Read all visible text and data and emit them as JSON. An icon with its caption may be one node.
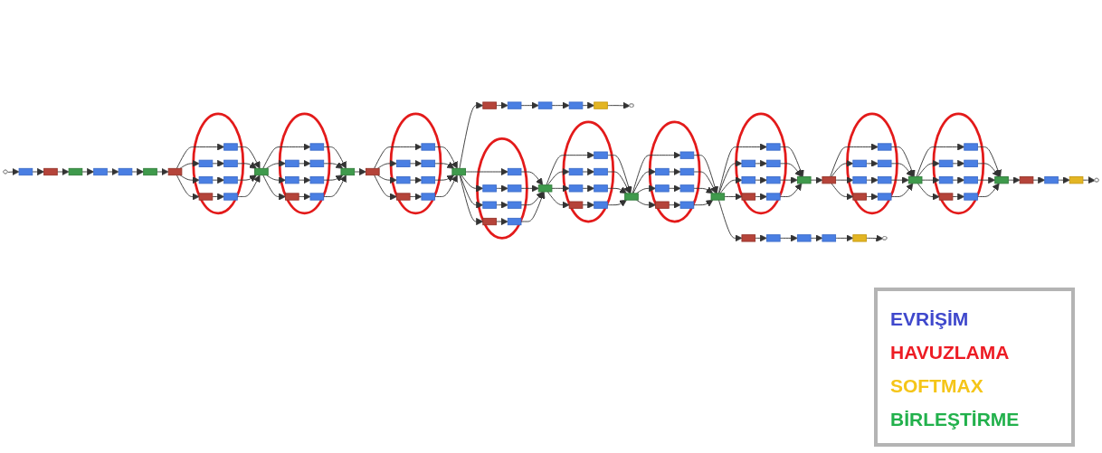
{
  "diagram": {
    "nodes": [
      {
        "text": [],
        "shape": "oval"
      },
      {
        "text": [],
        "shape": "box"
      },
      {
        "text": [],
        "shape": "box"
      },
      {
        "text": [],
        "shape": "box"
      },
      {
        "text": [],
        "shape": "box"
      },
      {
        "text": [],
        "shape": "box"
      },
      {
        "text": [],
        "shape": "box"
      },
      {
        "text": [],
        "shape": "box"
      },
      {
        "text": [],
        "shape": "ellipse"
      },
      {
        "text": [],
        "shape": "box",
        "in": 8
      },
      {
        "text": [],
        "shape": "box",
        "in": 8
      },
      {
        "text": [],
        "shape": "box",
        "in": 8
      },
      {
        "text": [],
        "shape": "box",
        "in": 8
      },
      {
        "text": [],
        "shape": "box",
        "in": 8
      },
      {
        "text": [],
        "shape": "box",
        "in": 8
      },
      {
        "text": [],
        "shape": "box",
        "in": 8
      },
      {
        "text": [],
        "shape": "box"
      },
      {
        "text": [],
        "shape": "ellipse"
      },
      {
        "text": [],
        "shape": "box",
        "in": 17
      },
      {
        "text": [],
        "shape": "box",
        "in": 17
      },
      {
        "text": [],
        "shape": "box",
        "in": 17
      },
      {
        "text": [],
        "shape": "box",
        "in": 17
      },
      {
        "text": [],
        "shape": "box",
        "in": 17
      },
      {
        "text": [],
        "shape": "box",
        "in": 17
      },
      {
        "text": [],
        "shape": "box",
        "in": 17
      },
      {
        "text": [],
        "shape": "box"
      },
      {
        "text": [],
        "shape": "box"
      },
      {
        "text": [],
        "shape": "ellipse"
      },
      {
        "text": [],
        "shape": "box",
        "in": 27
      },
      {
        "text": [],
        "shape": "box",
        "in": 27
      },
      {
        "text": [],
        "shape": "box",
        "in": 27
      },
      {
        "text": [],
        "shape": "box",
        "in": 27
      },
      {
        "text": [],
        "shape": "box",
        "in": 27
      },
      {
        "text": [],
        "shape": "box",
        "in": 27
      },
      {
        "text": [],
        "shape": "box",
        "in": 27
      },
      {
        "text": [],
        "shape": "box"
      },
      {
        "text": [],
        "shape": "ellipse"
      },
      {
        "text": [],
        "shape": "box",
        "in": 36
      },
      {
        "text": [],
        "shape": "box",
        "in": 36
      },
      {
        "text": [],
        "shape": "box",
        "in": 36
      },
      {
        "text": [],
        "shape": "box",
        "in": 36
      },
      {
        "text": [],
        "shape": "box",
        "in": 36
      },
      {
        "text": [],
        "shape": "box",
        "in": 36
      },
      {
        "text": [],
        "shape": "box",
        "in": 36
      },
      {
        "text": [],
        "shape": "box"
      },
      {
        "text": [],
        "shape": "box"
      },
      {
        "text": [],
        "shape": "box"
      },
      {
        "text": [],
        "shape": "box"
      },
      {
        "text": [],
        "shape": "box"
      },
      {
        "text": [],
        "shape": "box"
      },
      {
        "text": [],
        "shape": "oval"
      },
      {
        "text": [],
        "shape": "ellipse"
      },
      {
        "text": [],
        "shape": "box",
        "in": 51
      },
      {
        "text": [],
        "shape": "box",
        "in": 51
      },
      {
        "text": [],
        "shape": "box",
        "in": 51
      },
      {
        "text": [],
        "shape": "box",
        "in": 51
      },
      {
        "text": [],
        "shape": "box",
        "in": 51
      },
      {
        "text": [],
        "shape": "box",
        "in": 51
      },
      {
        "text": [],
        "shape": "box",
        "in": 51
      },
      {
        "text": [],
        "shape": "box"
      },
      {
        "text": [],
        "shape": "ellipse"
      },
      {
        "text": [],
        "shape": "box",
        "in": 60
      },
      {
        "text": [],
        "shape": "box",
        "in": 60
      },
      {
        "text": [],
        "shape": "box",
        "in": 60
      },
      {
        "text": [],
        "shape": "box",
        "in": 60
      },
      {
        "text": [],
        "shape": "box",
        "in": 60
      },
      {
        "text": [],
        "shape": "box",
        "in": 60
      },
      {
        "text": [],
        "shape": "box",
        "in": 60
      },
      {
        "text": [],
        "shape": "box"
      },
      {
        "text": [],
        "shape": "ellipse"
      },
      {
        "text": [],
        "shape": "box",
        "in": 69
      },
      {
        "text": [],
        "shape": "box",
        "in": 69
      },
      {
        "text": [],
        "shape": "box",
        "in": 69
      },
      {
        "text": [],
        "shape": "box",
        "in": 69
      },
      {
        "text": [],
        "shape": "box",
        "in": 69
      },
      {
        "text": [],
        "shape": "box",
        "in": 69
      },
      {
        "text": [],
        "shape": "box",
        "in": 69
      },
      {
        "text": [],
        "shape": "box"
      },
      {
        "text": [],
        "shape": "box"
      },
      {
        "text": [],
        "shape": "box"
      },
      {
        "text": [],
        "shape": "box"
      },
      {
        "text": [],
        "shape": "box"
      },
      {
        "text": [],
        "shape": "box"
      },
      {
        "text": [],
        "shape": "oval"
      },
      {
        "text": [],
        "shape": "box"
      },
      {
        "text": [],
        "shape": "ellipse"
      },
      {
        "text": [],
        "shape": "box",
        "in": 85
      },
      {
        "text": [],
        "shape": "box",
        "in": 85
      },
      {
        "text": [],
        "shape": "box",
        "in": 85
      },
      {
        "text": [],
        "shape": "box",
        "in": 85
      },
      {
        "text": [],
        "shape": "box",
        "in": 85
      },
      {
        "text": [],
        "shape": "box",
        "in": 85
      },
      {
        "text": [],
        "shape": "box",
        "in": 85
      },
      {
        "text": [],
        "shape": "box"
      },
      {
        "text": [],
        "shape": "ellipse"
      },
      {
        "text": [],
        "shape": "box",
        "in": 94
      },
      {
        "text": [],
        "shape": "box",
        "in": 94
      },
      {
        "text": [],
        "shape": "box",
        "in": 94
      },
      {
        "text": [],
        "shape": "box",
        "in": 94
      },
      {
        "text": [],
        "shape": "box",
        "in": 94
      },
      {
        "text": [],
        "shape": "box",
        "in": 94
      },
      {
        "text": [],
        "shape": "box",
        "in": 94
      },
      {
        "text": [],
        "shape": "box"
      },
      {
        "text": [],
        "shape": "box"
      },
      {
        "text": [],
        "shape": "box"
      },
      {
        "text": [],
        "shape": "box"
      },
      {
        "text": [],
        "shape": "oval"
      }
    ],
    "edges": [
      {
        "from": 0,
        "to": 1,
        "arrow": "to"
      },
      {
        "from": 1,
        "to": 2,
        "arrow": "to"
      },
      {
        "from": 2,
        "to": 3,
        "arrow": "to"
      },
      {
        "from": 3,
        "to": 4,
        "arrow": "to"
      },
      {
        "from": 4,
        "to": 5,
        "arrow": "to"
      },
      {
        "from": 5,
        "to": 6,
        "arrow": "to"
      },
      {
        "from": 6,
        "to": 7,
        "arrow": "to"
      },
      {
        "from": 7,
        "to": 9,
        "arrow": "to"
      },
      {
        "from": 7,
        "to": 10,
        "arrow": "to"
      },
      {
        "from": 7,
        "to": 12,
        "arrow": "to"
      },
      {
        "from": 7,
        "to": 14,
        "arrow": "to"
      },
      {
        "from": 10,
        "to": 11,
        "arrow": "to"
      },
      {
        "from": 12,
        "to": 13,
        "arrow": "to"
      },
      {
        "from": 14,
        "to": 15,
        "arrow": "to"
      },
      {
        "from": 9,
        "to": 16,
        "arrow": "to"
      },
      {
        "from": 11,
        "to": 16,
        "arrow": "to"
      },
      {
        "from": 13,
        "to": 16,
        "arrow": "to"
      },
      {
        "from": 15,
        "to": 16,
        "arrow": "to"
      },
      {
        "from": 16,
        "to": 18,
        "arrow": "to"
      },
      {
        "from": 16,
        "to": 19,
        "arrow": "to"
      },
      {
        "from": 16,
        "to": 21,
        "arrow": "to"
      },
      {
        "from": 16,
        "to": 23,
        "arrow": "to"
      },
      {
        "from": 19,
        "to": 20,
        "arrow": "to"
      },
      {
        "from": 21,
        "to": 22,
        "arrow": "to"
      },
      {
        "from": 23,
        "to": 24,
        "arrow": "to"
      },
      {
        "from": 18,
        "to": 25,
        "arrow": "to"
      },
      {
        "from": 20,
        "to": 25,
        "arrow": "to"
      },
      {
        "from": 22,
        "to": 25,
        "arrow": "to"
      },
      {
        "from": 24,
        "to": 25,
        "arrow": "to"
      },
      {
        "from": 25,
        "to": 26,
        "arrow": "to"
      },
      {
        "from": 26,
        "to": 28,
        "arrow": "to"
      },
      {
        "from": 26,
        "to": 29,
        "arrow": "to"
      },
      {
        "from": 26,
        "to": 31,
        "arrow": "to"
      },
      {
        "from": 26,
        "to": 33,
        "arrow": "to"
      },
      {
        "from": 29,
        "to": 30,
        "arrow": "to"
      },
      {
        "from": 31,
        "to": 32,
        "arrow": "to"
      },
      {
        "from": 33,
        "to": 34,
        "arrow": "to"
      },
      {
        "from": 28,
        "to": 35,
        "arrow": "to"
      },
      {
        "from": 30,
        "to": 35,
        "arrow": "to"
      },
      {
        "from": 32,
        "to": 35,
        "arrow": "to"
      },
      {
        "from": 34,
        "to": 35,
        "arrow": "to"
      },
      {
        "from": 35,
        "to": 37,
        "arrow": "to"
      },
      {
        "from": 35,
        "to": 38,
        "arrow": "to"
      },
      {
        "from": 35,
        "to": 40,
        "arrow": "to"
      },
      {
        "from": 35,
        "to": 42,
        "arrow": "to"
      },
      {
        "from": 38,
        "to": 39,
        "arrow": "to"
      },
      {
        "from": 40,
        "to": 41,
        "arrow": "to"
      },
      {
        "from": 42,
        "to": 43,
        "arrow": "to"
      },
      {
        "from": 37,
        "to": 44,
        "arrow": "to"
      },
      {
        "from": 39,
        "to": 44,
        "arrow": "to"
      },
      {
        "from": 41,
        "to": 44,
        "arrow": "to"
      },
      {
        "from": 43,
        "to": 44,
        "arrow": "to"
      },
      {
        "from": 35,
        "to": 45,
        "arrow": "to"
      },
      {
        "from": 45,
        "to": 46,
        "arrow": "to"
      },
      {
        "from": 46,
        "to": 47,
        "arrow": "to"
      },
      {
        "from": 47,
        "to": 48,
        "arrow": "to"
      },
      {
        "from": 48,
        "to": 49,
        "arrow": "to"
      },
      {
        "from": 49,
        "to": 50,
        "arrow": "to"
      },
      {
        "from": 44,
        "to": 52,
        "arrow": "to"
      },
      {
        "from": 44,
        "to": 53,
        "arrow": "to"
      },
      {
        "from": 44,
        "to": 55,
        "arrow": "to"
      },
      {
        "from": 44,
        "to": 57,
        "arrow": "to"
      },
      {
        "from": 53,
        "to": 54,
        "arrow": "to"
      },
      {
        "from": 55,
        "to": 56,
        "arrow": "to"
      },
      {
        "from": 57,
        "to": 58,
        "arrow": "to"
      },
      {
        "from": 52,
        "to": 59,
        "arrow": "to"
      },
      {
        "from": 54,
        "to": 59,
        "arrow": "to"
      },
      {
        "from": 56,
        "to": 59,
        "arrow": "to"
      },
      {
        "from": 58,
        "to": 59,
        "arrow": "to"
      },
      {
        "from": 59,
        "to": 61,
        "arrow": "to"
      },
      {
        "from": 59,
        "to": 62,
        "arrow": "to"
      },
      {
        "from": 59,
        "to": 64,
        "arrow": "to"
      },
      {
        "from": 59,
        "to": 66,
        "arrow": "to"
      },
      {
        "from": 62,
        "to": 63,
        "arrow": "to"
      },
      {
        "from": 64,
        "to": 65,
        "arrow": "to"
      },
      {
        "from": 66,
        "to": 67,
        "arrow": "to"
      },
      {
        "from": 61,
        "to": 68,
        "arrow": "to"
      },
      {
        "from": 63,
        "to": 68,
        "arrow": "to"
      },
      {
        "from": 65,
        "to": 68,
        "arrow": "to"
      },
      {
        "from": 67,
        "to": 68,
        "arrow": "to"
      },
      {
        "from": 68,
        "to": 70,
        "arrow": "to"
      },
      {
        "from": 68,
        "to": 71,
        "arrow": "to"
      },
      {
        "from": 68,
        "to": 73,
        "arrow": "to"
      },
      {
        "from": 68,
        "to": 75,
        "arrow": "to"
      },
      {
        "from": 71,
        "to": 72,
        "arrow": "to"
      },
      {
        "from": 73,
        "to": 74,
        "arrow": "to"
      },
      {
        "from": 75,
        "to": 76,
        "arrow": "to"
      },
      {
        "from": 70,
        "to": 77,
        "arrow": "to"
      },
      {
        "from": 72,
        "to": 77,
        "arrow": "to"
      },
      {
        "from": 74,
        "to": 77,
        "arrow": "to"
      },
      {
        "from": 76,
        "to": 77,
        "arrow": "to"
      },
      {
        "from": 68,
        "to": 78,
        "arrow": "to"
      },
      {
        "from": 78,
        "to": 79,
        "arrow": "to"
      },
      {
        "from": 79,
        "to": 80,
        "arrow": "to"
      },
      {
        "from": 80,
        "to": 81,
        "arrow": "to"
      },
      {
        "from": 81,
        "to": 82,
        "arrow": "to"
      },
      {
        "from": 82,
        "to": 83,
        "arrow": "to"
      },
      {
        "from": 77,
        "to": 84,
        "arrow": "to"
      },
      {
        "from": 84,
        "to": 86,
        "arrow": "to"
      },
      {
        "from": 84,
        "to": 87,
        "arrow": "to"
      },
      {
        "from": 84,
        "to": 89,
        "arrow": "to"
      },
      {
        "from": 84,
        "to": 91,
        "arrow": "to"
      },
      {
        "from": 87,
        "to": 88,
        "arrow": "to"
      },
      {
        "from": 89,
        "to": 90,
        "arrow": "to"
      },
      {
        "from": 91,
        "to": 92,
        "arrow": "to"
      },
      {
        "from": 86,
        "to": 93,
        "arrow": "to"
      },
      {
        "from": 88,
        "to": 93,
        "arrow": "to"
      },
      {
        "from": 90,
        "to": 93,
        "arrow": "to"
      },
      {
        "from": 92,
        "to": 93,
        "arrow": "to"
      },
      {
        "from": 93,
        "to": 95,
        "arrow": "to"
      },
      {
        "from": 93,
        "to": 96,
        "arrow": "to"
      },
      {
        "from": 93,
        "to": 98,
        "arrow": "to"
      },
      {
        "from": 93,
        "to": 100,
        "arrow": "to"
      },
      {
        "from": 96,
        "to": 97,
        "arrow": "to"
      },
      {
        "from": 98,
        "to": 99,
        "arrow": "to"
      },
      {
        "from": 100,
        "to": 101,
        "arrow": "to"
      },
      {
        "from": 95,
        "to": 102,
        "arrow": "to"
      },
      {
        "from": 97,
        "to": 102,
        "arrow": "to"
      },
      {
        "from": 99,
        "to": 102,
        "arrow": "to"
      },
      {
        "from": 101,
        "to": 102,
        "arrow": "to"
      },
      {
        "from": 102,
        "to": 103,
        "arrow": "to"
      },
      {
        "from": 103,
        "to": 104,
        "arrow": "to"
      },
      {
        "from": 104,
        "to": 105,
        "arrow": "to"
      },
      {
        "from": 105,
        "to": 106,
        "arrow": "to"
      }
    ],
    "legend": [
      {
        "text": "EVRİŞİM",
        "color": "#3f48cc"
      },
      {
        "text": "HAVUZLAMA",
        "color": "#ed1c24"
      },
      {
        "text": "SOFTMAX",
        "color": "#f5c518"
      },
      {
        "text": "BİRLEŞTİRME",
        "color": "#22b14c"
      }
    ]
  }
}
